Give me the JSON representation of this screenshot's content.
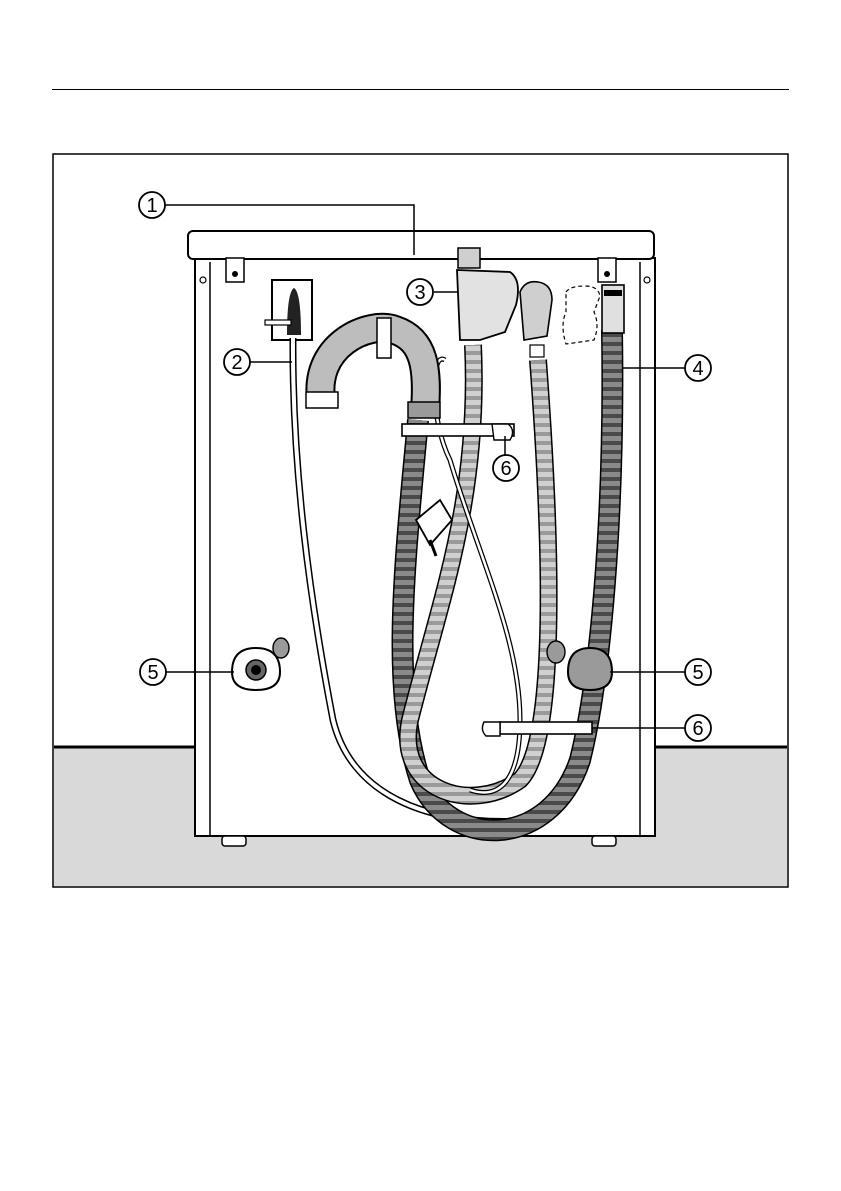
{
  "figure": {
    "callouts": [
      {
        "id": "1",
        "label": "1"
      },
      {
        "id": "2",
        "label": "2"
      },
      {
        "id": "3",
        "label": "3"
      },
      {
        "id": "4",
        "label": "4"
      },
      {
        "id": "5a",
        "label": "5"
      },
      {
        "id": "5b",
        "label": "5"
      },
      {
        "id": "6a",
        "label": "6"
      },
      {
        "id": "6b",
        "label": "6"
      }
    ],
    "colors": {
      "line": "#000000",
      "floor": "#d9d9d9",
      "hose_gray": "#b8b8b8",
      "hose_dark": "#666666",
      "cabinet": "#ffffff"
    }
  }
}
